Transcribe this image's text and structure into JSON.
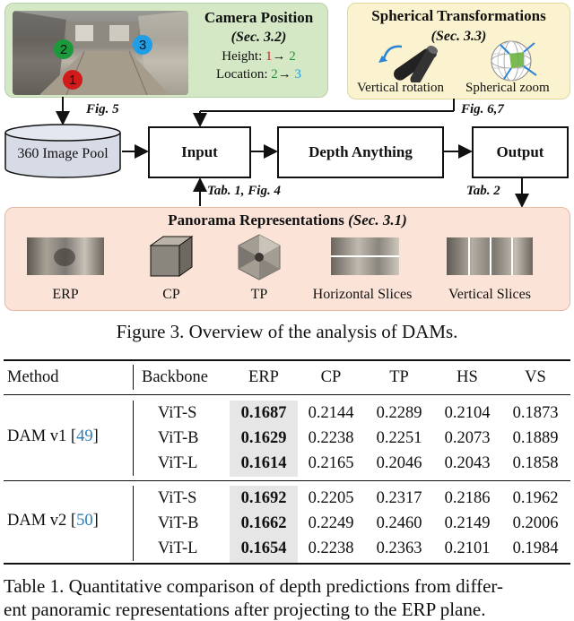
{
  "figure": {
    "camera_panel": {
      "title": "Camera Position",
      "section": "(Sec. 3.2)",
      "height_label": "Height:",
      "height_from": "1",
      "height_to": "2",
      "location_label": "Location:",
      "location_from": "2",
      "location_to": "3",
      "arrow": "→",
      "markers": [
        "1",
        "2",
        "3"
      ],
      "marker_colors": {
        "1": "#d11a1a",
        "2": "#1a9a3a",
        "3": "#1f9ee6"
      }
    },
    "spherical_panel": {
      "title": "Spherical Transformations",
      "section": "(Sec. 3.3)",
      "left_label": "Vertical rotation",
      "right_label": "Spherical zoom"
    },
    "pool_label": "360 Image Pool",
    "input_label": "Input",
    "dam_label": "Depth Anything",
    "output_label": "Output",
    "notes": {
      "fig5": "Fig. 5",
      "fig67": "Fig. 6,7",
      "tab1fig4": "Tab. 1, Fig. 4",
      "tab2": "Tab. 2"
    },
    "repr_panel": {
      "title_main": "Panorama Representations",
      "title_section": "(Sec. 3.1)",
      "items": [
        "ERP",
        "CP",
        "TP",
        "Horizontal Slices",
        "Vertical Slices"
      ]
    },
    "caption": "Figure 3. Overview of the analysis of DAMs."
  },
  "table": {
    "headers": [
      "Method",
      "Backbone",
      "ERP",
      "CP",
      "TP",
      "HS",
      "VS"
    ],
    "groups": [
      {
        "method": "DAM v1 [",
        "cite": "49",
        "close": "]",
        "rows": [
          {
            "backbone": "ViT-S",
            "vals": [
              "0.1687",
              "0.2144",
              "0.2289",
              "0.2104",
              "0.1873"
            ]
          },
          {
            "backbone": "ViT-B",
            "vals": [
              "0.1629",
              "0.2238",
              "0.2251",
              "0.2073",
              "0.1889"
            ]
          },
          {
            "backbone": "ViT-L",
            "vals": [
              "0.1614",
              "0.2165",
              "0.2046",
              "0.2043",
              "0.1858"
            ]
          }
        ]
      },
      {
        "method": "DAM v2 [",
        "cite": "50",
        "close": "]",
        "rows": [
          {
            "backbone": "ViT-S",
            "vals": [
              "0.1692",
              "0.2205",
              "0.2317",
              "0.2186",
              "0.1962"
            ]
          },
          {
            "backbone": "ViT-B",
            "vals": [
              "0.1662",
              "0.2249",
              "0.2460",
              "0.2149",
              "0.2006"
            ]
          },
          {
            "backbone": "ViT-L",
            "vals": [
              "0.1654",
              "0.2238",
              "0.2363",
              "0.2101",
              "0.1984"
            ]
          }
        ]
      }
    ],
    "caption_line1": "Table 1. Quantitative comparison of depth predictions from differ-",
    "caption_line2": "ent panoramic representations after projecting to the ERP plane."
  }
}
